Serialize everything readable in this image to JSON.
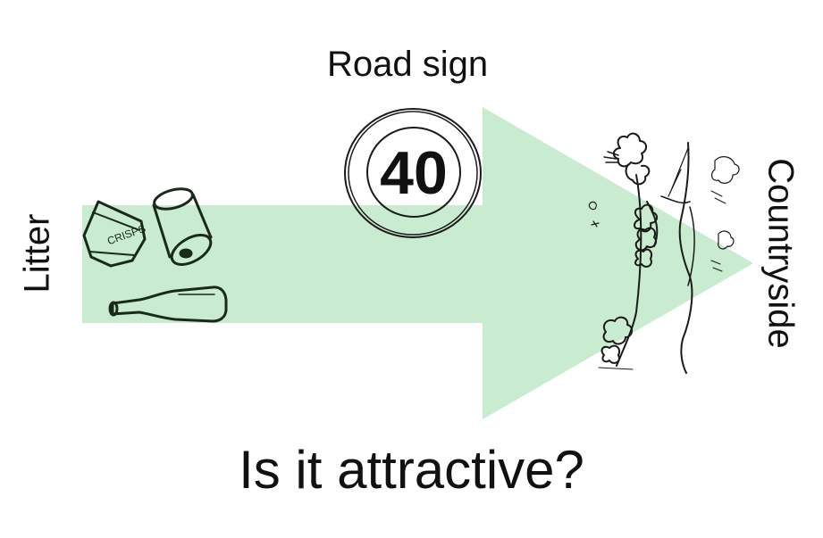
{
  "labels": {
    "road_sign": "Road sign",
    "litter": "Litter",
    "countryside": "Countryside",
    "question": "Is it attractive?"
  },
  "road_sign": {
    "speed_limit": "40"
  },
  "litter_items": {
    "crisps_packet_text": "CRISPS"
  },
  "colors": {
    "arrow_fill": "#c9ebcf",
    "ink": "#111111",
    "background": "#ffffff"
  },
  "icons": [
    "crisps-packet-icon",
    "can-icon",
    "bottle-icon",
    "road-sign-icon",
    "countryside-sketch-icon"
  ]
}
